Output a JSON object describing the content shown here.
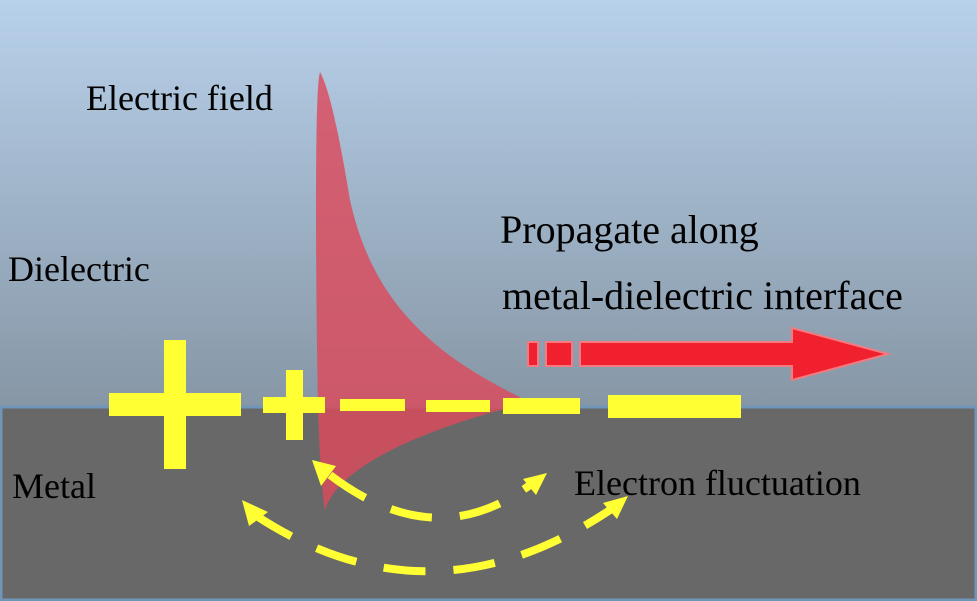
{
  "labels": {
    "electric_field": "Electric field",
    "dielectric": "Dielectric",
    "propagate_line1": "Propagate along",
    "propagate_line2": "metal-dielectric interface",
    "metal": "Metal",
    "electron_fluctuation": "Electron fluctuation"
  },
  "colors": {
    "dielectric_top": "#b7d0ea",
    "dielectric_bottom": "#8797a6",
    "metal": "#696969",
    "interface_line": "#6f96b8",
    "field": "#dc4a5c",
    "charge": "#ffff33",
    "arrow": "#f0202e"
  },
  "icons": {
    "propagation_arrow": "right-arrow",
    "charges": [
      "plus",
      "plus",
      "minus",
      "minus",
      "minus",
      "minus"
    ]
  }
}
